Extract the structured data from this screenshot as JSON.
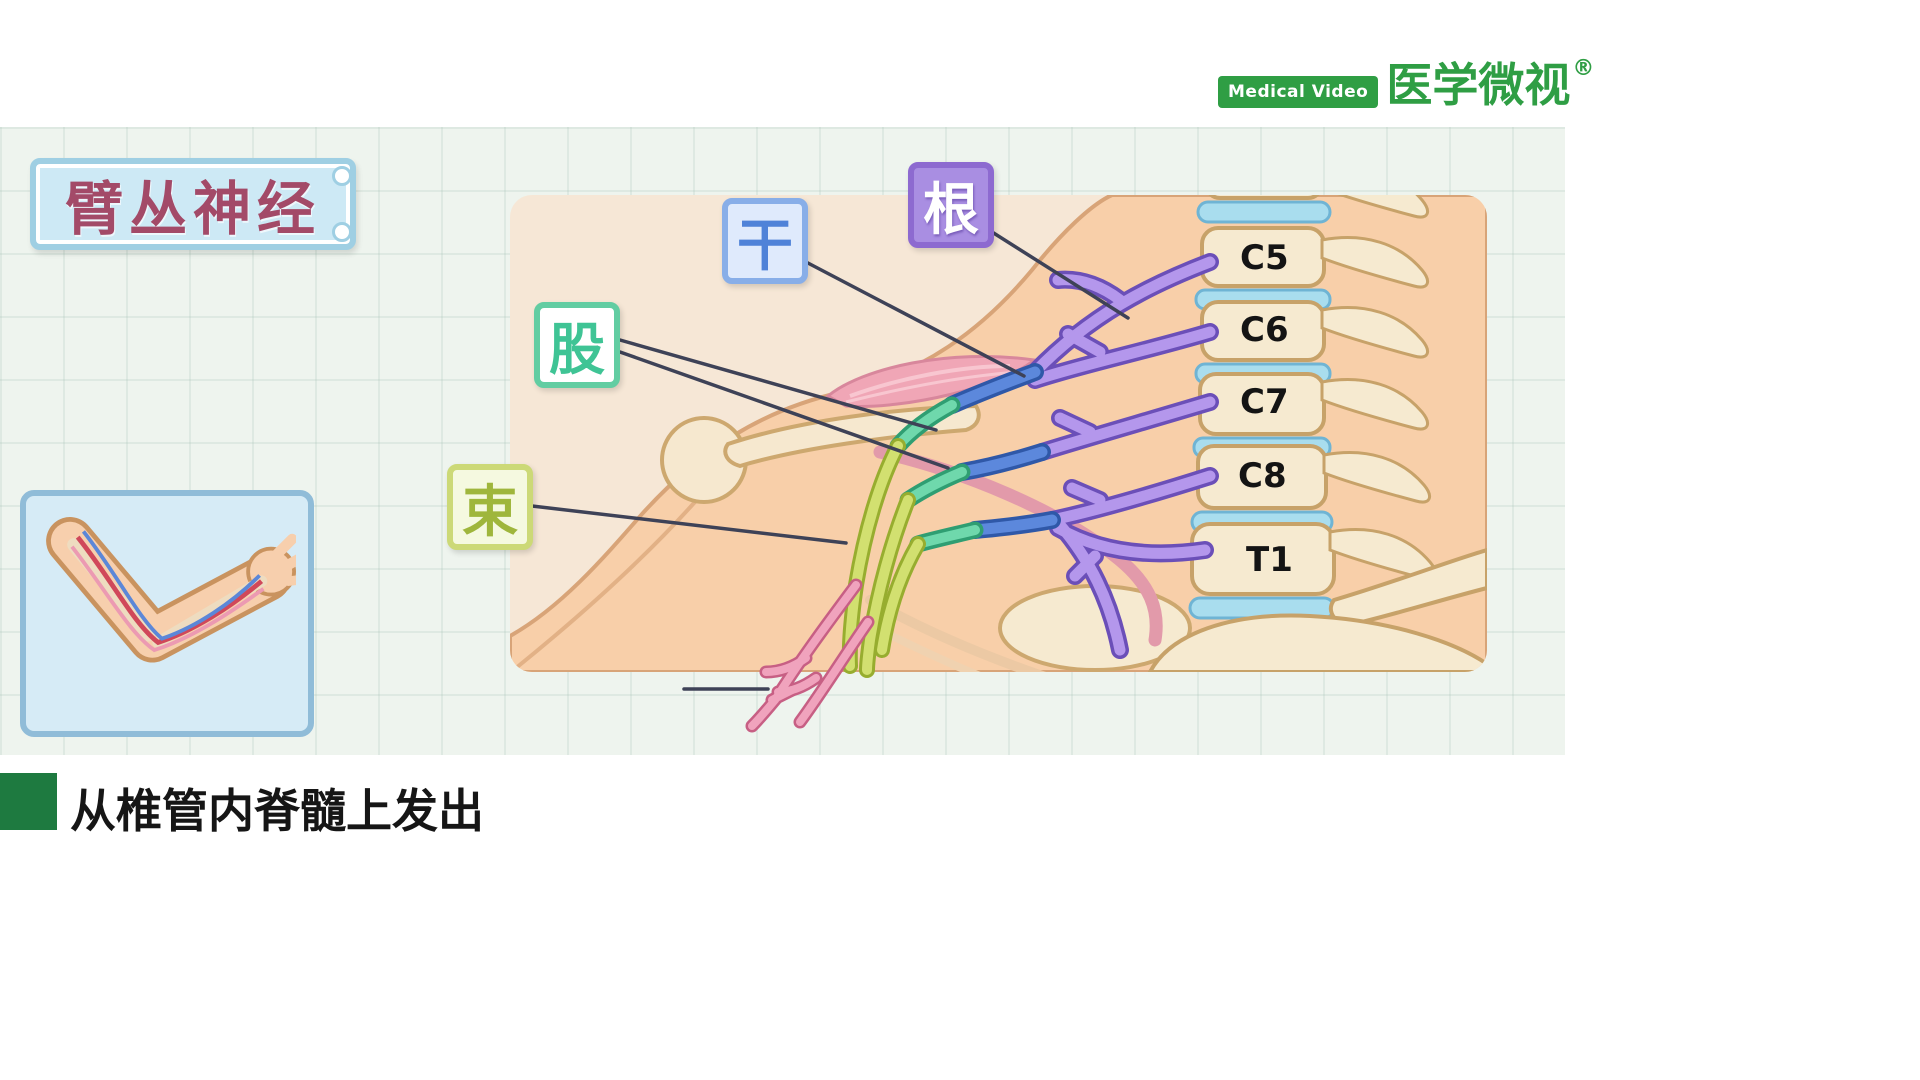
{
  "logo": {
    "badge": "Medical Video",
    "brand": "医学微视",
    "reg": "®"
  },
  "title_badge": {
    "text": "臂丛神经"
  },
  "plexus_labels": {
    "root": "根",
    "trunk": "干",
    "division": "股",
    "cord": "束"
  },
  "vertebrae": [
    "C5",
    "C6",
    "C7",
    "C8",
    "T1"
  ],
  "caption": {
    "text": "从椎管内脊髓上发出"
  },
  "colors": {
    "logo_green": "#2f9e44",
    "title_maroon": "#a34a68",
    "root_purple": "#a98ee2",
    "trunk_blue": "#5b87d8",
    "division_green": "#52c89c",
    "cord_yellow": "#c6d56a",
    "branch_pink": "#ee9cb6",
    "caption_green": "#1e7a40",
    "bone": "#f6ead0",
    "skin": "#f8cfa9",
    "disc_blue": "#a9ddee"
  }
}
